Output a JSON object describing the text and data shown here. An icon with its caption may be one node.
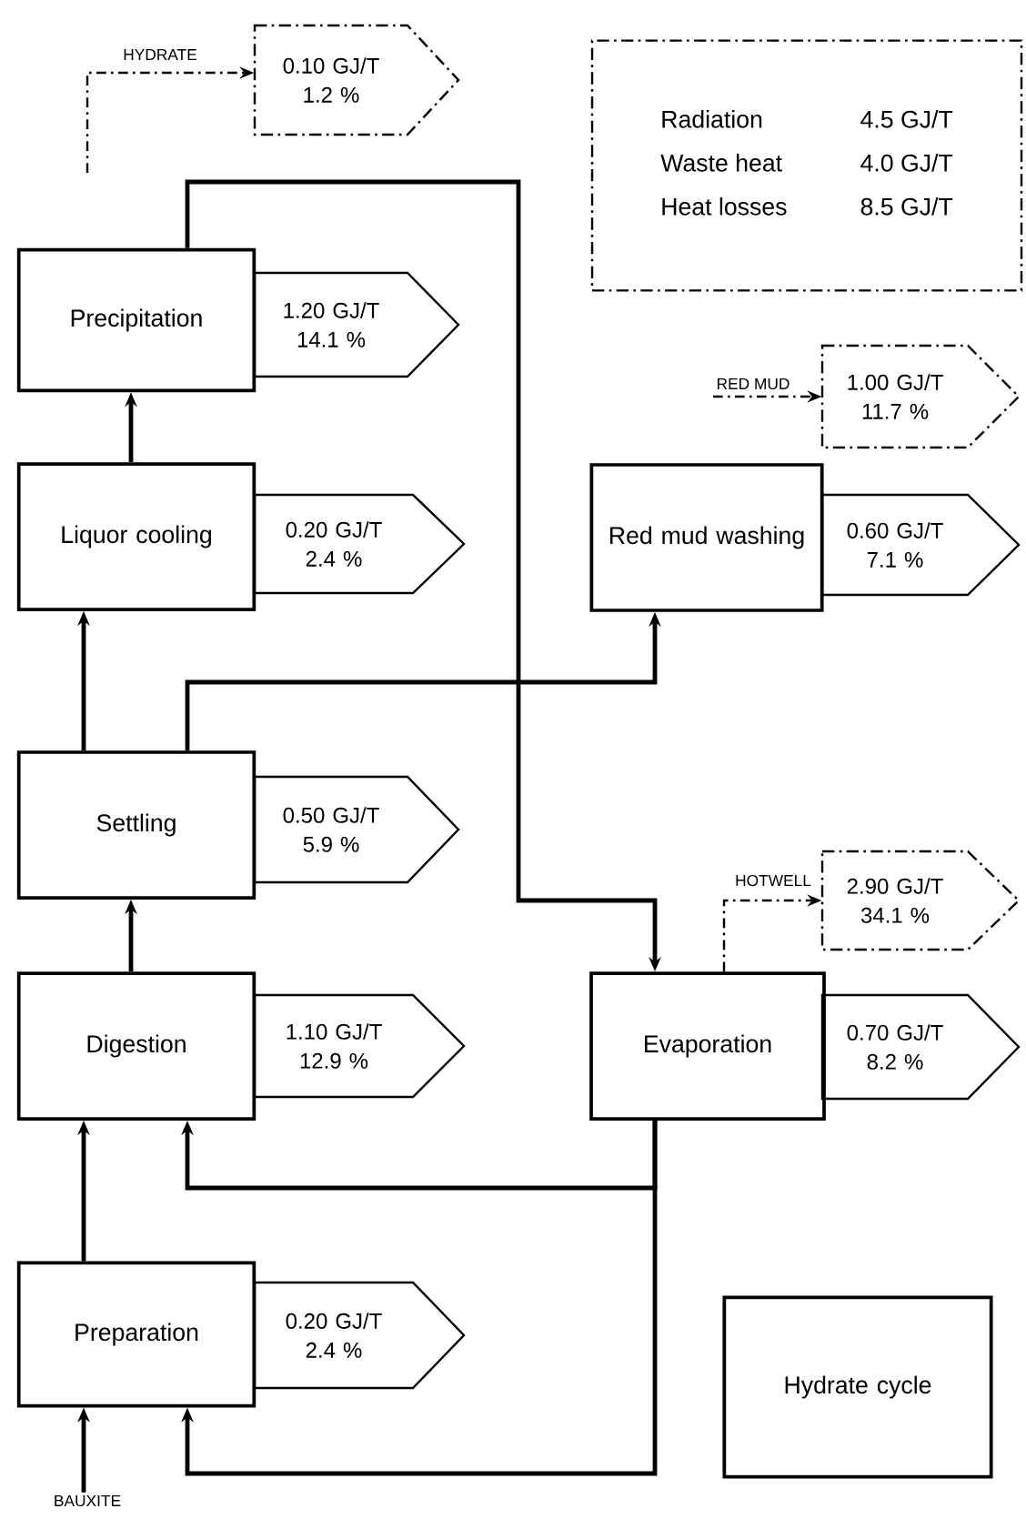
{
  "diagram": {
    "nodes": [
      {
        "text": [
          "0.10 GJ/T",
          "1.2 %"
        ]
      },
      {
        "text": [
          "Radiation",
          "4.5 GJ/T",
          "Waste heat",
          "4.0 GJ/T",
          "Heat losses",
          "8.5 GJ/T"
        ]
      },
      {
        "text": [
          "Precipitation"
        ]
      },
      {
        "text": [
          "1.20 GJ/T",
          "14.1 %"
        ]
      },
      {
        "text": [
          "1.00 GJ/T",
          "11.7 %"
        ]
      },
      {
        "text": [
          "Liquor cooling"
        ]
      },
      {
        "text": [
          "0.20 GJ/T",
          "2.4 %"
        ]
      },
      {
        "text": [
          "Red mud washing"
        ]
      },
      {
        "text": [
          "0.60 GJ/T",
          "7.1 %"
        ]
      },
      {
        "text": [
          "Settling"
        ]
      },
      {
        "text": [
          "0.50 GJ/T",
          "5.9 %"
        ]
      },
      {
        "text": [
          "2.90 GJ/T",
          "34.1 %"
        ]
      },
      {
        "text": [
          "Digestion"
        ]
      },
      {
        "text": [
          "1.10 GJ/T",
          "12.9 %"
        ]
      },
      {
        "text": [
          "Evaporation"
        ]
      },
      {
        "text": [
          "0.70 GJ/T",
          "8.2 %"
        ]
      },
      {
        "text": [
          "Preparation"
        ]
      },
      {
        "text": [
          "0.20 GJ/T",
          "2.4 %"
        ]
      },
      {
        "text": [
          "Hydrate cycle"
        ]
      },
      {
        "text": [
          "BAUXITE"
        ]
      }
    ],
    "edges": [
      {
        "from": null,
        "to": 0,
        "arrow": "to",
        "style": "dashed",
        "label": "HYDRATE"
      },
      {
        "from": null,
        "to": 4,
        "arrow": "to",
        "style": "dashed",
        "label": "RED MUD"
      },
      {
        "from": 14,
        "to": 11,
        "arrow": "to",
        "style": "dashed",
        "label": "HOTWELL"
      },
      {
        "from": 19,
        "to": 16,
        "arrow": "to"
      },
      {
        "from": 16,
        "to": 12,
        "arrow": "to"
      },
      {
        "from": 12,
        "to": 9,
        "arrow": "to"
      },
      {
        "from": 9,
        "to": 5,
        "arrow": "to"
      },
      {
        "from": 5,
        "to": 2,
        "arrow": "to"
      },
      {
        "from": 2,
        "to": 14,
        "arrow": "to"
      },
      {
        "from": 9,
        "to": 7,
        "arrow": "to"
      },
      {
        "from": 14,
        "to": 12,
        "arrow": "to"
      },
      {
        "from": 14,
        "to": 16,
        "arrow": "to"
      }
    ]
  }
}
